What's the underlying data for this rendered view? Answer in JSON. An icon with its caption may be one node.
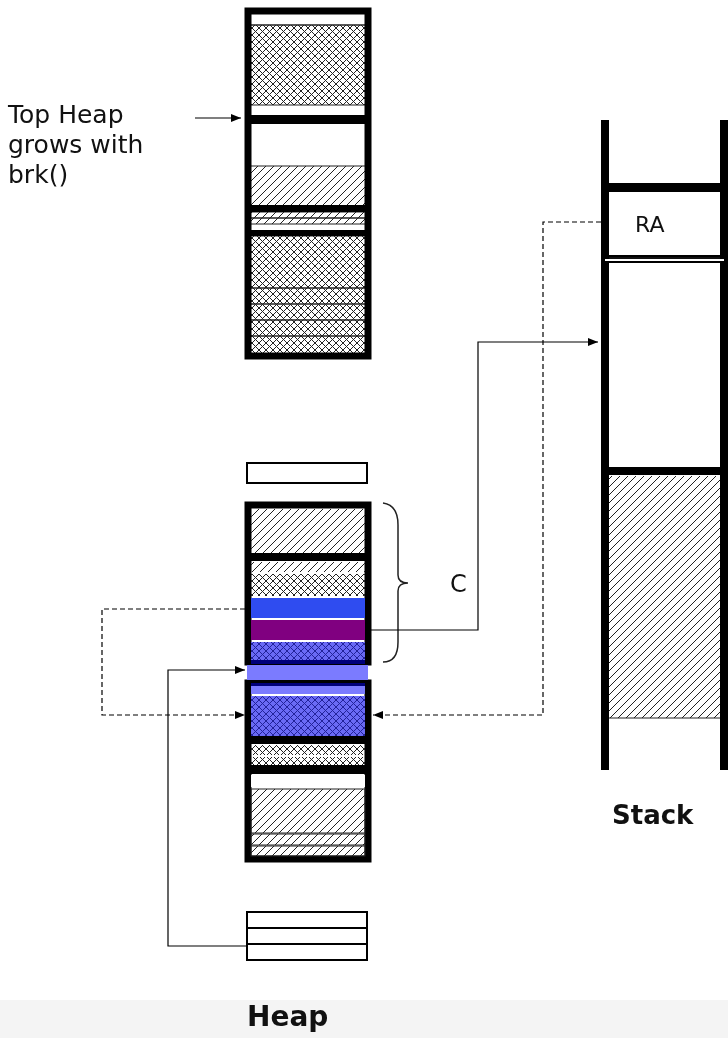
{
  "diagram": {
    "nodes": [
      {
        "text": [
          "Top Heap grows with brk()"
        ]
      },
      {
        "text": [],
        "shape": "box"
      },
      {
        "text": [
          "RA"
        ]
      },
      {
        "text": [],
        "shape": "box"
      },
      {
        "text": [],
        "shape": "box"
      },
      {
        "text": [],
        "shape": "bar"
      },
      {
        "text": [],
        "shape": "bar"
      },
      {
        "text": [],
        "shape": "bar"
      },
      {
        "text": [],
        "shape": "bar"
      },
      {
        "text": [],
        "shape": "box"
      }
    ],
    "edges": [
      {
        "from": 0,
        "to": 1,
        "arrow": "to"
      },
      {
        "from": 6,
        "to": 3,
        "arrow": "to"
      },
      {
        "from": 5,
        "to": 8,
        "arrow": "to",
        "style": "dashed"
      },
      {
        "from": 2,
        "to": 8,
        "arrow": "to",
        "style": "dashed"
      },
      {
        "from": 9,
        "to": 7,
        "arrow": "to"
      }
    ],
    "labels": [
      "C",
      "Stack",
      "Heap"
    ]
  }
}
